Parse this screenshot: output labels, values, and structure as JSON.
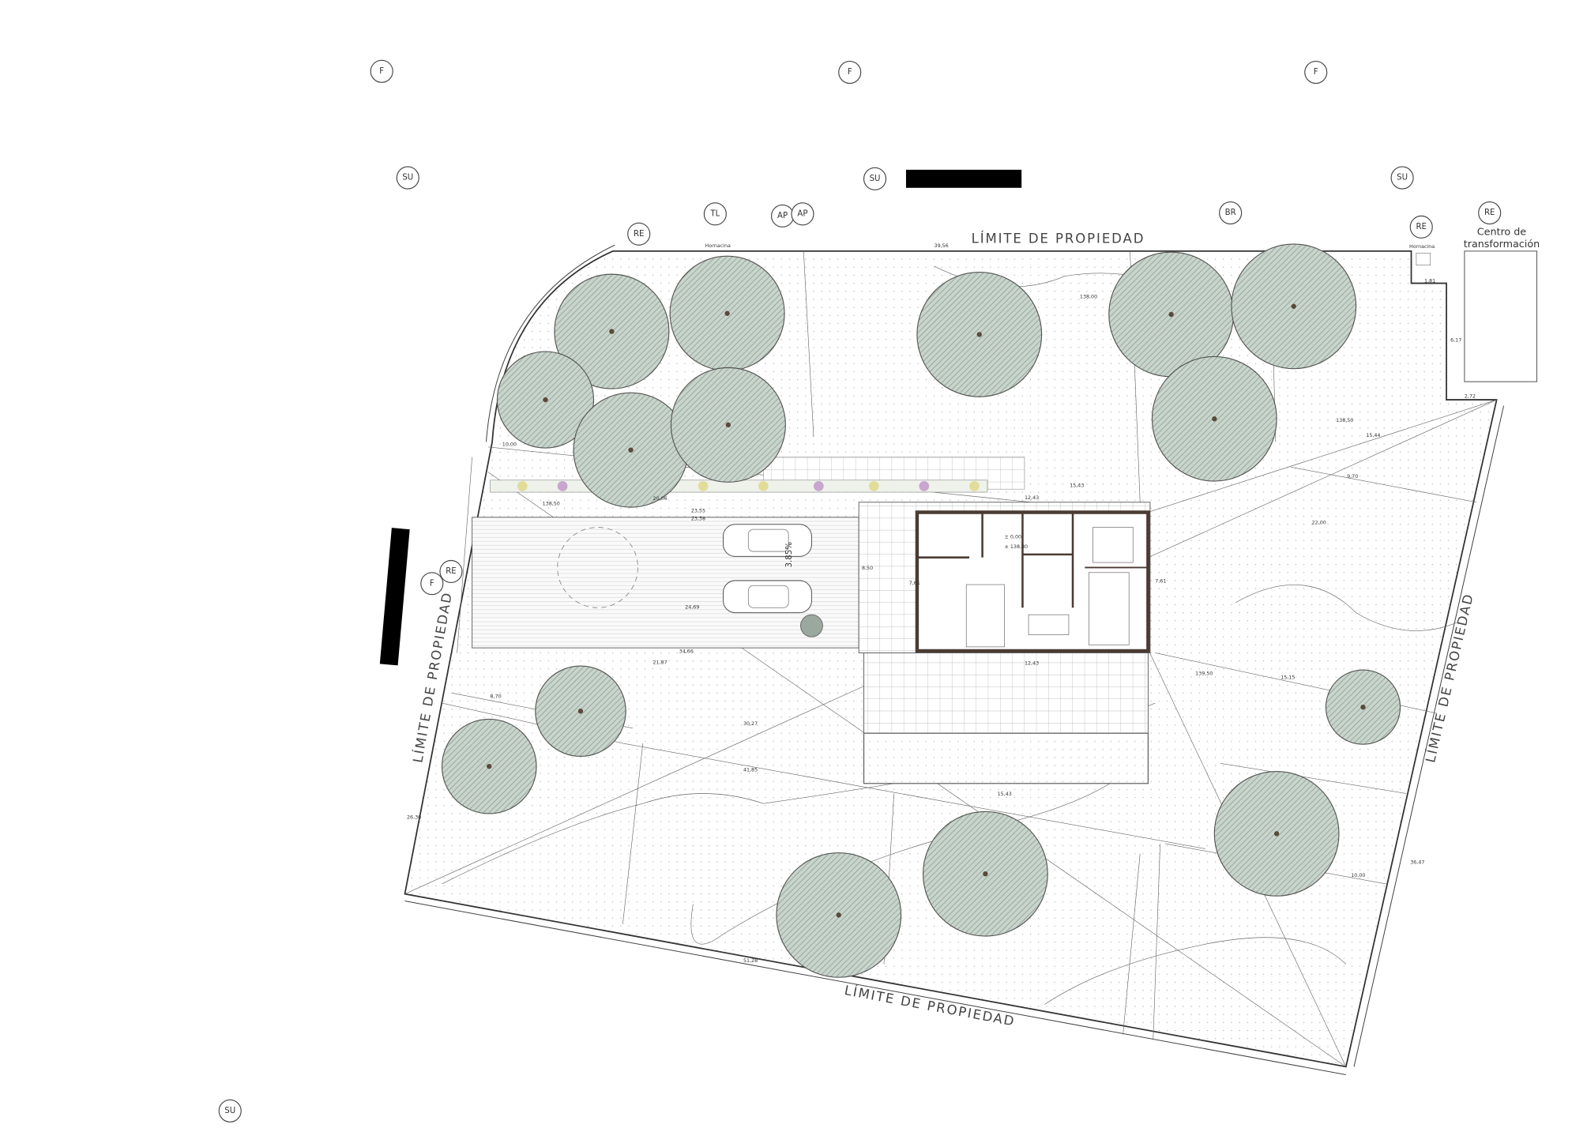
{
  "labels": {
    "limit_top": "LÍMITE DE PROPIEDAD",
    "limit_left": "LÍMITE DE PROPIEDAD",
    "limit_right": "LÍMITE DE PROPIEDAD",
    "limit_bottom": "LÍMITE DE PROPIEDAD",
    "transformer_1": "Centro de",
    "transformer_2": "transformación",
    "niche_1": "Hornacina",
    "niche_2": "Hornacina",
    "car_slope": "3.85%"
  },
  "tags": [
    "F",
    "F",
    "F",
    "SU",
    "SU",
    "SU",
    "SU",
    "RE",
    "RE",
    "RE",
    "RE",
    "TL",
    "AP",
    "AP",
    "BR",
    "F"
  ],
  "dimensions": [
    "39,56",
    "1,81",
    "6,17",
    "2,72",
    "12,43",
    "12,43",
    "15,43",
    "15,43",
    "7,61",
    "7,61",
    "20,06",
    "23,55",
    "23,38",
    "24,69",
    "34,66",
    "21,87",
    "30,27",
    "41,85",
    "51,28",
    "36,47",
    "26,30",
    "138,00",
    "138,50",
    "138,50",
    "139,50",
    "± 0,00",
    "± 138,80",
    "10,00",
    "8,70",
    "15,44",
    "15,15",
    "22,00",
    "9,70",
    "10,00",
    "8,50"
  ],
  "colors": {
    "wall": "#4a3b33",
    "tree": "#8fa596",
    "line": "#444444"
  }
}
